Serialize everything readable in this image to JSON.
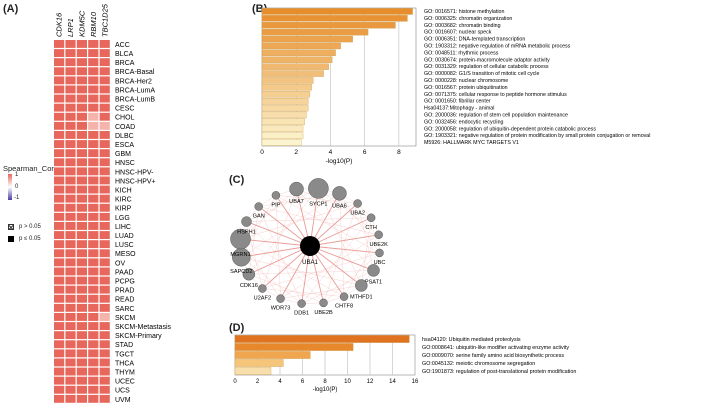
{
  "panels": {
    "a": "(A)",
    "b": "(B)",
    "c": "(C)",
    "d": "(D)"
  },
  "heatmap": {
    "genes": [
      "CDK16",
      "LRP1",
      "KDM5C",
      "RBM10",
      "TBC1D25"
    ],
    "cancers": [
      "ACC",
      "BLCA",
      "BRCA",
      "BRCA-Basal",
      "BRCA-Her2",
      "BRCA-LumA",
      "BRCA-LumB",
      "CESC",
      "CHOL",
      "COAD",
      "DLBC",
      "ESCA",
      "GBM",
      "HNSC",
      "HNSC-HPV-",
      "HNSC-HPV+",
      "KICH",
      "KIRC",
      "KIRP",
      "LGG",
      "LIHC",
      "LUAD",
      "LUSC",
      "MESO",
      "OV",
      "PAAD",
      "PCPG",
      "PRAD",
      "READ",
      "SARC",
      "SKCM",
      "SKCM-Metastasis",
      "SKCM-Primary",
      "STAD",
      "TGCT",
      "THCA",
      "THYM",
      "UCEC",
      "UCS",
      "UVM"
    ],
    "cell_color": "#e8675c",
    "light_color": "#f4b3ab"
  },
  "legend": {
    "title": "Spearman_Cor",
    "ticks": [
      "1",
      "0",
      "-1"
    ],
    "sig_ns": "p > 0.05",
    "sig_s": "p ≤ 0.05"
  },
  "chart_data": [
    {
      "type": "bar",
      "panel": "B",
      "orientation": "horizontal",
      "categories": [
        "GO: 0016571: histone methylation",
        "GO: 0006325: chromatin organization",
        "GO: 0003682: chromatin binding",
        "GO: 0016607: nuclear speck",
        "GO: 0006351: DNA-templated transcription",
        "GO: 1903312: negative regulation of mRNA metabolic process",
        "GO: 0048511: rhythmic process",
        "GO: 0030674: protein-macromolecule adaptor activity",
        "GO: 0031329: regulation of cellular catabolic process",
        "GO: 0000082: G1/S transition of mitotic cell cycle",
        "GO: 0000228: nuclear chromosome",
        "GO: 0016567: protein ubiquitination",
        "GO: 0071375: cellular response to peptide hormone stimulus",
        "GO: 0001650: fibrillar center",
        "Hsa04137:Mitophagy - animal",
        "GO: 2000036: regulation of stem cell population maintenance",
        "GO: 0032456: endocytic recycling",
        "GO: 2000058: regulation of ubiquitin-dependent protein catabolic process",
        "GO: 1903321: negative regulation of protein modification by small protein conjugation or removal",
        "M5926: HALLMARK MYC TARGETS V1"
      ],
      "values": [
        8.8,
        8.5,
        7.8,
        6.2,
        5.3,
        4.6,
        4.3,
        4.1,
        3.9,
        3.6,
        3.0,
        2.9,
        2.8,
        2.7,
        2.7,
        2.6,
        2.5,
        2.4,
        2.4,
        2.3
      ],
      "xlabel": "-log10(P)",
      "xticks": [
        "0",
        "2",
        "4",
        "6",
        "8"
      ],
      "xlim": [
        0,
        9
      ]
    },
    {
      "type": "bar",
      "panel": "D",
      "orientation": "horizontal",
      "categories": [
        "hsa04120: Ubiquitin mediated proteolysis",
        "GO:0008641: ubiquitin-like modifier activating enzyme activity",
        "GO:0009070: serine family amino acid biosynthetic process",
        "GO:0045132: meiotic chromosome segregation",
        "GO:1901873: regulation of post-translational protein modification"
      ],
      "values": [
        15.5,
        10.5,
        6.7,
        4.3,
        3.2
      ],
      "xlabel": "-log10(P)",
      "xticks": [
        "0",
        "2",
        "4",
        "6",
        "8",
        "10",
        "12",
        "14",
        "16"
      ],
      "xlim": [
        0,
        16
      ]
    }
  ],
  "network": {
    "center": "UBA1",
    "nodes": [
      "SYCP1",
      "UBA6",
      "UBA2",
      "CTH",
      "UBE2K",
      "UBC",
      "PSAT1",
      "MTHFD1",
      "CHTF8",
      "UBE2B",
      "DDB1",
      "WDR73",
      "U2AF2",
      "CDK16",
      "SAPCD2",
      "MGRN1",
      "HSPH1",
      "GAN",
      "PIP",
      "UBA7"
    ]
  }
}
